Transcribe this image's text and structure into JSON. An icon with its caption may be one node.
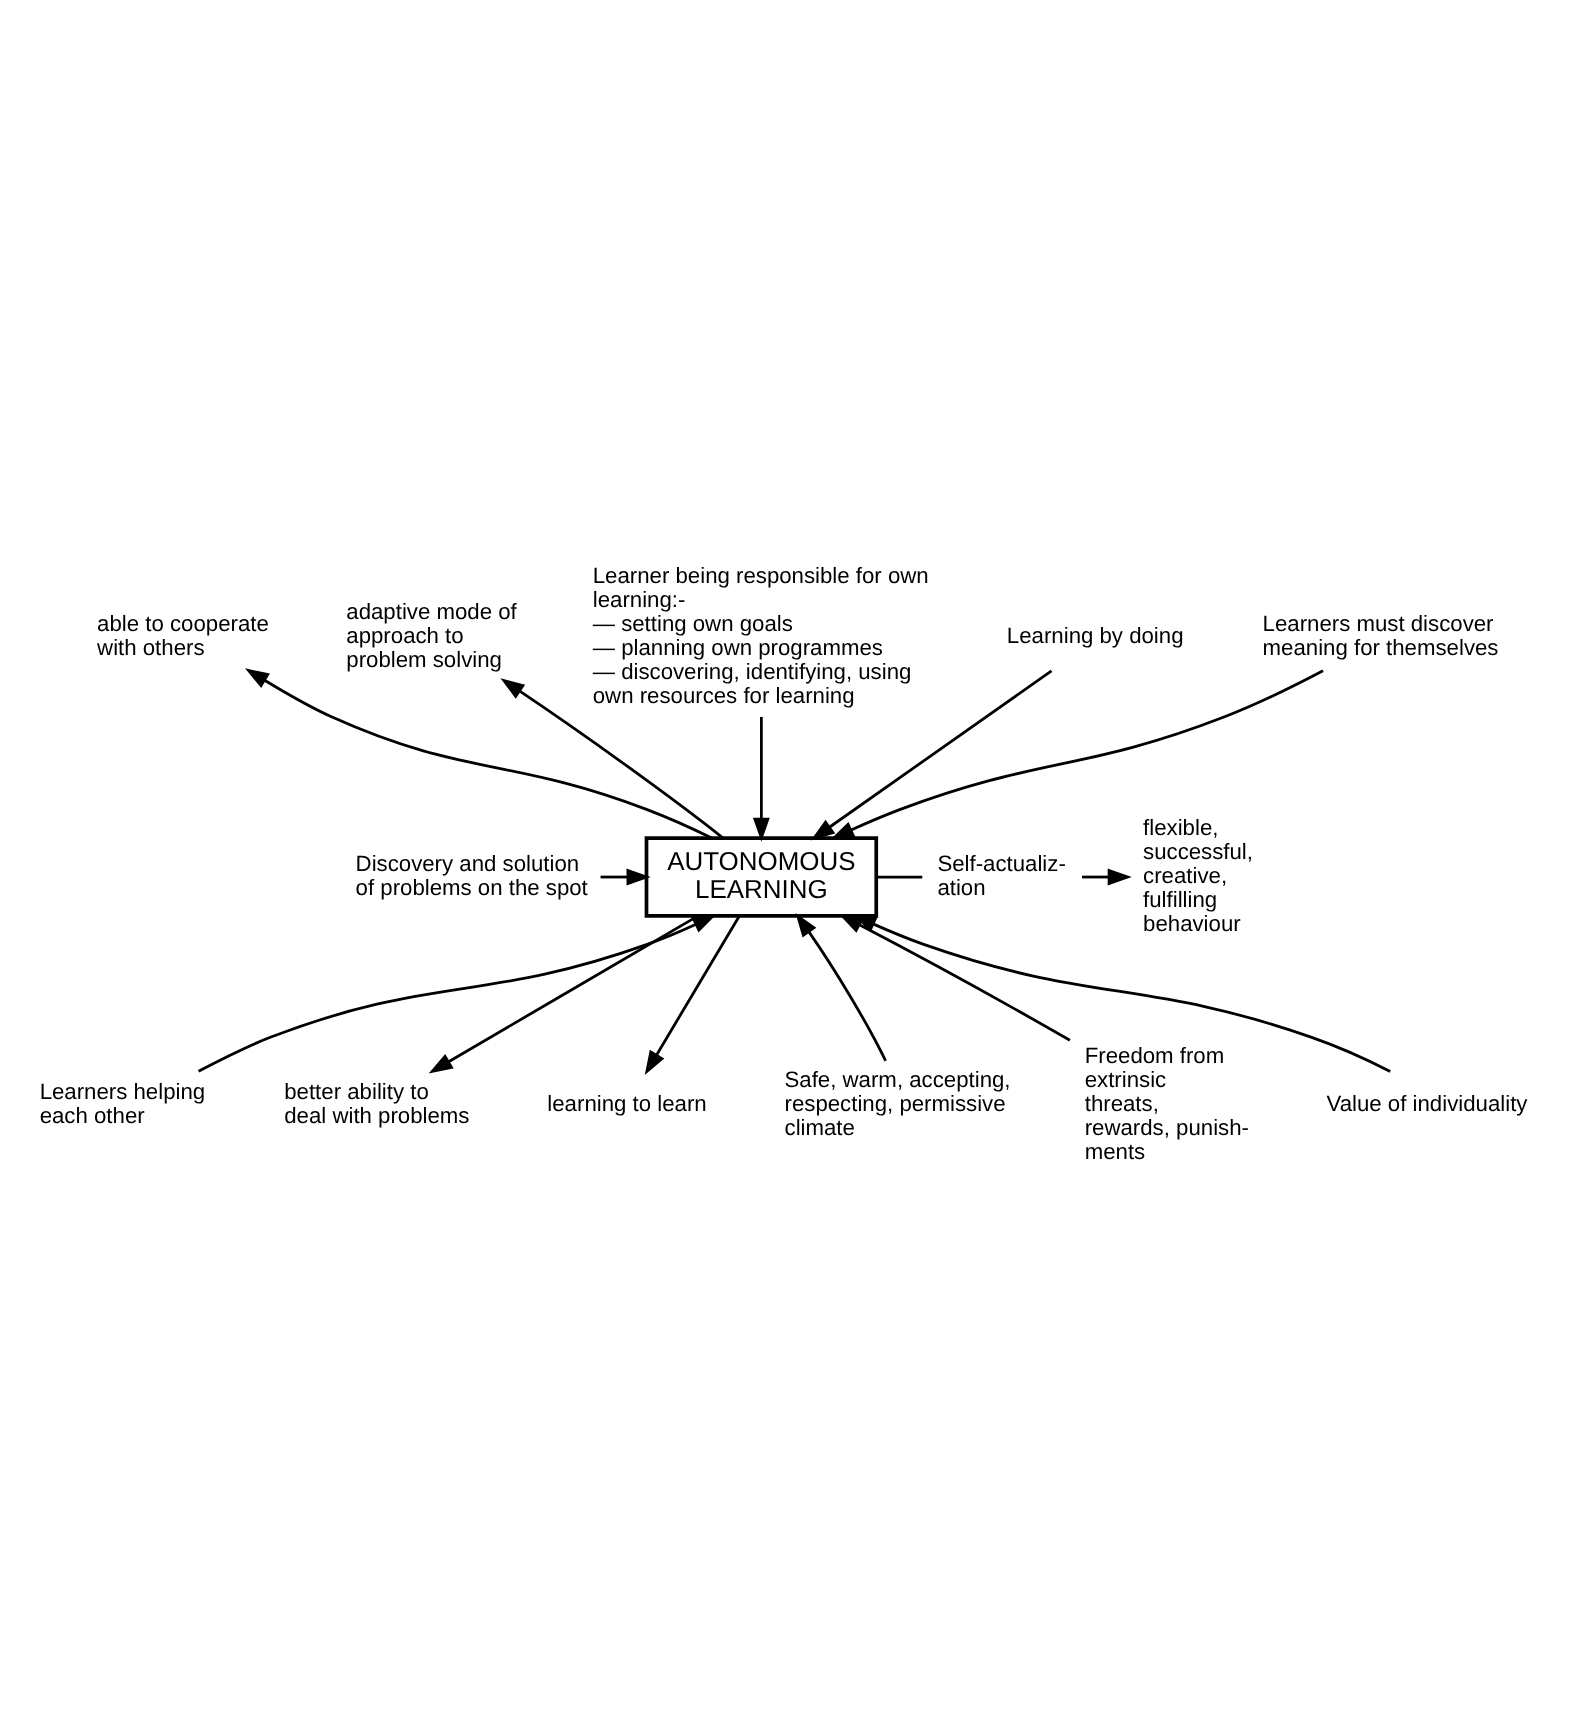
{
  "diagram": {
    "nodes": [
      {
        "text": [
          "AUTONOMOUS LEARNING"
        ]
      },
      {
        "text": [
          "Learner being responsible for own learning:-",
          "— setting own goals",
          "— planning own programmes",
          "— discovering, identifying, using own resources for learning"
        ]
      },
      {
        "text": [
          "Learning by doing"
        ]
      },
      {
        "text": [
          "able to cooperate with others"
        ]
      },
      {
        "text": [
          "Learners must discover meaning for themselves"
        ]
      },
      {
        "text": [
          "adaptive mode of approach to problem solving"
        ]
      },
      {
        "text": [
          "Discovery and solution of problems on the spot"
        ]
      },
      {
        "text": [
          "flexible, successful, creative, fulfilling behaviour"
        ]
      },
      {
        "text": [
          "Self-actualiz- ation"
        ]
      },
      {
        "text": [
          "Learners helping each other"
        ]
      },
      {
        "text": [
          "better ability to deal with problems"
        ]
      },
      {
        "text": [
          "learning to learn"
        ]
      },
      {
        "text": [
          "Safe, warm, accepting, respecting, permissive climate"
        ]
      },
      {
        "text": [
          "Freedom from extrinsic threats, rewards, punish- ments"
        ]
      },
      {
        "text": [
          "Value of individuality"
        ]
      }
    ],
    "edges": [
      {
        "from": 1,
        "to": 0,
        "arrow": "to"
      },
      {
        "from": 2,
        "to": 0,
        "arrow": "to"
      },
      {
        "from": 0,
        "to": 3,
        "arrow": "to"
      },
      {
        "from": 4,
        "to": 0,
        "arrow": "to"
      },
      {
        "from": 0,
        "to": 5,
        "arrow": "to"
      },
      {
        "from": 6,
        "to": 0,
        "arrow": "to"
      },
      {
        "from": 0,
        "to": 8,
        "arrow": "none"
      },
      {
        "from": 8,
        "to": 7,
        "arrow": "to"
      },
      {
        "from": 9,
        "to": 0,
        "arrow": "to"
      },
      {
        "from": 0,
        "to": 10,
        "arrow": "to"
      },
      {
        "from": 0,
        "to": 11,
        "arrow": "to"
      },
      {
        "from": 12,
        "to": 0,
        "arrow": "to"
      },
      {
        "from": 13,
        "to": 0,
        "arrow": "to"
      },
      {
        "from": 14,
        "to": 0,
        "arrow": "to"
      }
    ]
  }
}
